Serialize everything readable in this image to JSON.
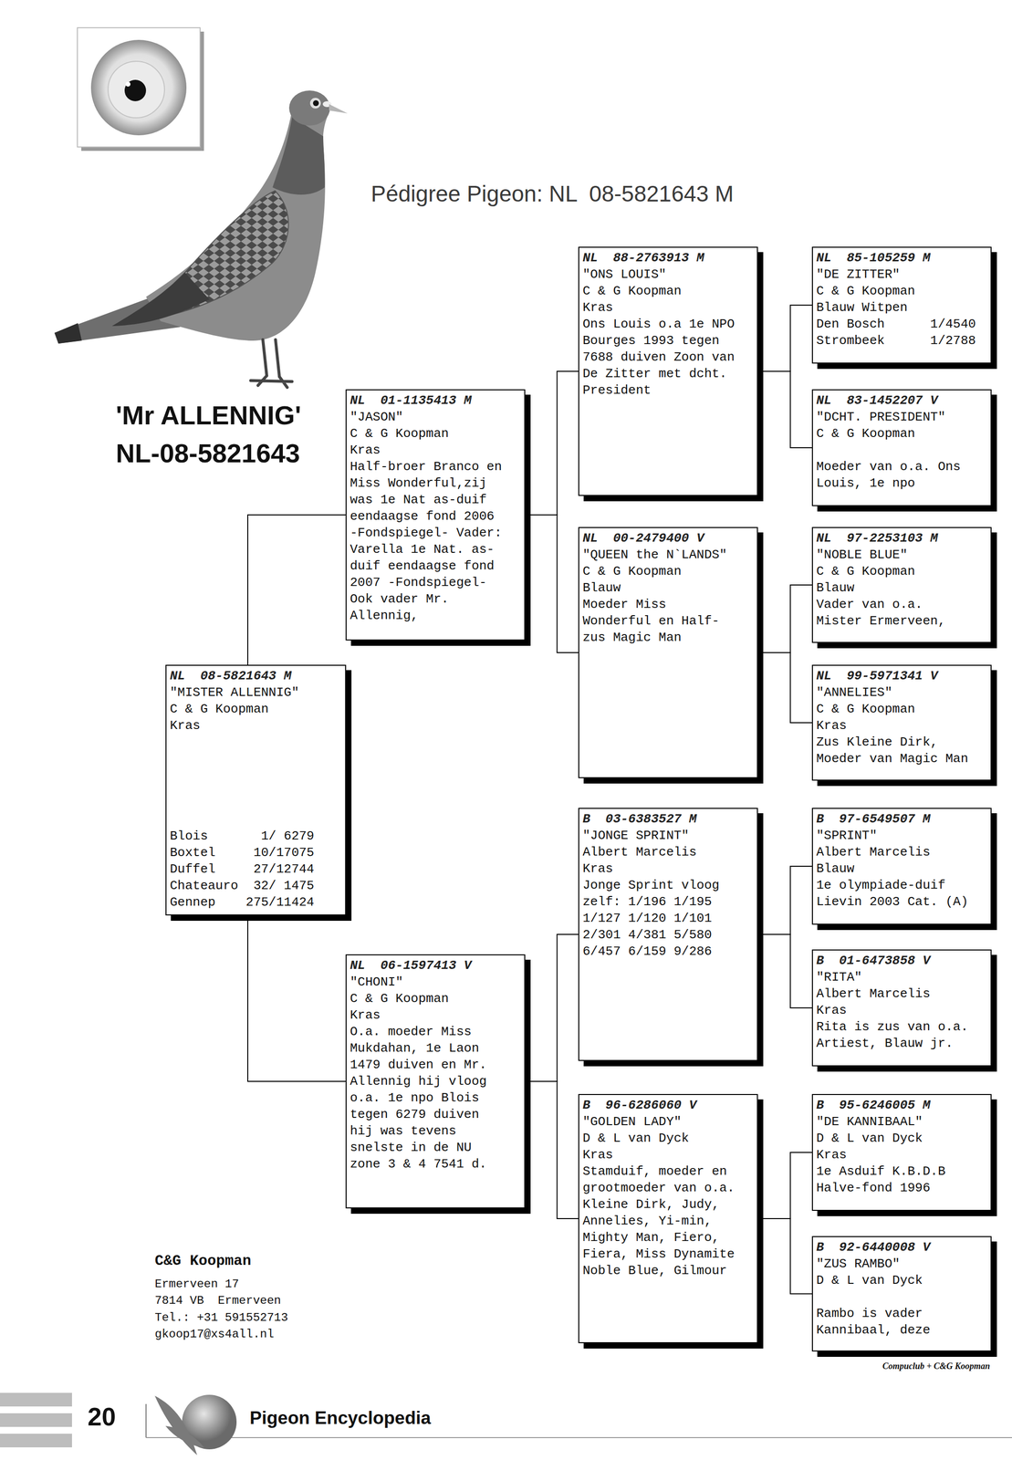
{
  "diagram": {
    "title": "Pédigree Pigeon: NL  08-5821643 M",
    "nodes": [
      {
        "text": [
          "NL  08-5821643 M",
          "\"MISTER ALLENNIG\"",
          "C & G Koopman",
          "Kras",
          "Blois       1/ 6279",
          "Boxtel     10/17075",
          "Duffel     27/12744",
          "Chateauro  32/ 1475",
          "Gennep    275/11424"
        ]
      },
      {
        "text": [
          "NL  01-1135413 M",
          "\"JASON\"",
          "C & G Koopman",
          "Kras",
          "Half-broer Branco en Miss Wonderful,zij was 1e Nat as-duif eendaagse fond 2006 -Fondspiegel- Vader: Varella 1e Nat. as-duif eendaagse fond 2007 -Fondspiegel- Ook vader Mr. Allennig,"
        ]
      },
      {
        "text": [
          "NL  06-1597413 V",
          "\"CHONI\"",
          "C & G Koopman",
          "Kras",
          "O.a. moeder Miss Mukdahan, 1e Laon 1479 duiven en Mr. Allennig hij vloog o.a. 1e npo Blois tegen 6279 duiven hij was tevens snelste in de NU zone 3 & 4  7541 d."
        ]
      },
      {
        "text": [
          "NL  88-2763913 M",
          "\"ONS LOUIS\"",
          "C & G Koopman",
          "Kras",
          "Ons Louis o.a 1e NPO Bourges 1993 tegen 7688 duiven Zoon van De Zitter met dcht. President"
        ]
      },
      {
        "text": [
          "NL  00-2479400 V",
          "\"QUEEN the N`LANDS\"",
          "C & G Koopman",
          "Blauw",
          "Moeder Miss Wonderful en Half-zus Magic Man"
        ]
      },
      {
        "text": [
          "B  03-6383527 M",
          "\"JONGE SPRINT\"",
          "Albert Marcelis",
          "Kras",
          "Jonge Sprint vloog zelf: 1/196 1/195 1/127 1/120 1/101 2/301 4/381 5/580 6/457 6/159 9/286"
        ]
      },
      {
        "text": [
          "B  96-6286060 V",
          "\"GOLDEN LADY\"",
          "D & L van Dyck",
          "Kras",
          "Stamduif, moeder en grootmoeder van o.a. Kleine Dirk, Judy, Annelies, Yi-min, Mighty Man, Fiero, Fiera, Miss Dynamite Noble Blue, Gilmour"
        ]
      },
      {
        "text": [
          "NL  85-105259 M",
          "\"DE ZITTER\"",
          "C & G Koopman",
          "Blauw Witpen",
          "Den Bosch      1/4540",
          "Strombeek      1/2788"
        ]
      },
      {
        "text": [
          "NL  83-1452207 V",
          "\"DCHT. PRESIDENT\"",
          "C & G Koopman",
          "Moeder van o.a. Ons Louis, 1e npo"
        ]
      },
      {
        "text": [
          "NL  97-2253103 M",
          "\"NOBLE BLUE\"",
          "C & G Koopman",
          "Blauw",
          "Vader van o.a. Mister Ermerveen,"
        ]
      },
      {
        "text": [
          "NL  99-5971341 V",
          "\"ANNELIES\"",
          "C & G Koopman",
          "Kras",
          "Zus Kleine Dirk, Moeder van Magic Man"
        ]
      },
      {
        "text": [
          "B  97-6549507 M",
          "\"SPRINT\"",
          "Albert Marcelis",
          "Blauw",
          "1e olympiade-duif Lievin 2003 Cat. (A)"
        ]
      },
      {
        "text": [
          "B  01-6473858 V",
          "\"RITA\"",
          "Albert Marcelis",
          "Kras",
          "Rita is zus van o.a. Artiest, Blauw jr."
        ]
      },
      {
        "text": [
          "B  95-6246005 M",
          "\"DE KANNIBAAL\"",
          "D & L van Dyck",
          "Kras",
          "1e Asduif K.B.D.B Halve-fond 1996"
        ]
      },
      {
        "text": [
          "B  92-6440008 V",
          "\"ZUS RAMBO\"",
          "D & L van Dyck",
          "Rambo is vader Kannibaal, deze"
        ]
      }
    ],
    "edges": [
      {
        "from": 0,
        "to": 1,
        "arrow": "none"
      },
      {
        "from": 0,
        "to": 2,
        "arrow": "none"
      },
      {
        "from": 1,
        "to": 3,
        "arrow": "none"
      },
      {
        "from": 1,
        "to": 4,
        "arrow": "none"
      },
      {
        "from": 2,
        "to": 5,
        "arrow": "none"
      },
      {
        "from": 2,
        "to": 6,
        "arrow": "none"
      },
      {
        "from": 3,
        "to": 7,
        "arrow": "none"
      },
      {
        "from": 3,
        "to": 8,
        "arrow": "none"
      },
      {
        "from": 4,
        "to": 9,
        "arrow": "none"
      },
      {
        "from": 4,
        "to": 10,
        "arrow": "none"
      },
      {
        "from": 5,
        "to": 11,
        "arrow": "none"
      },
      {
        "from": 5,
        "to": 12,
        "arrow": "none"
      },
      {
        "from": 6,
        "to": 13,
        "arrow": "none"
      },
      {
        "from": 6,
        "to": 14,
        "arrow": "none"
      }
    ],
    "labels": [
      "'Mr ALLENNIG'",
      "NL-08-5821643",
      "C&G Koopman",
      "Ermerveen 17",
      "7814 VB  Ermerveen",
      "Tel.: +31 591552713",
      "gkoop17@xs4all.nl",
      "Compuclub + C&G Koopman",
      "20",
      "Pigeon Encyclopedia"
    ]
  }
}
